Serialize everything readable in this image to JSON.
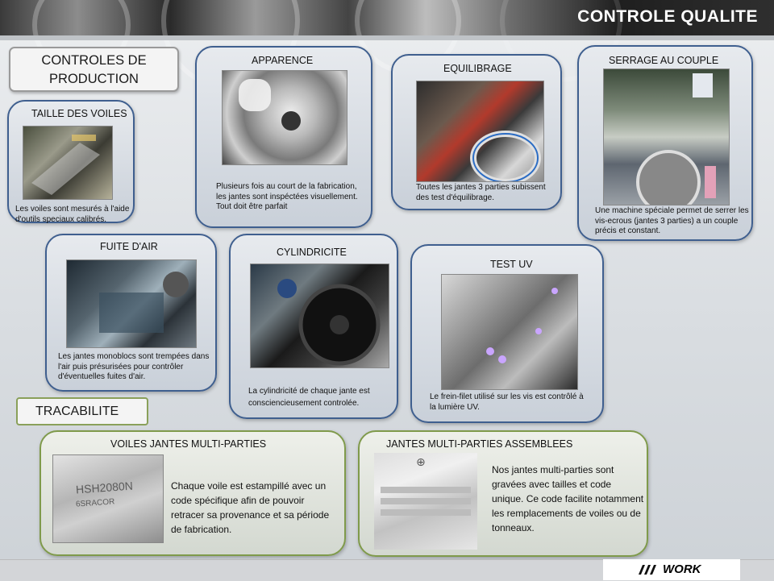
{
  "header": {
    "title": "CONTROLE QUALITE"
  },
  "sections": {
    "production": "CONTROLES DE PRODUCTION",
    "tracabilite": "TRACABILITE"
  },
  "cards": {
    "taille": {
      "title": "TAILLE DES VOILES",
      "text": "Les voiles sont mesurés à l'aide d'outils speciaux calibrés."
    },
    "apparence": {
      "title": "APPARENCE",
      "text": "Plusieurs fois au court de la fabrication, les jantes sont inspéctées visuellement. Tout doit être parfait"
    },
    "equilibrage": {
      "title": "EQUILIBRAGE",
      "text": "Toutes les jantes 3 parties subissent des test d'équilibrage."
    },
    "serrage": {
      "title": "SERRAGE AU COUPLE",
      "text": "Une machine spéciale permet de serrer les vis-ecrous (jantes 3 parties) a un couple précis et constant."
    },
    "fuite": {
      "title": "FUITE D'AIR",
      "text": "Les jantes monoblocs sont trempées dans l'air puis présurisées pour contrôler d'éventuelles fuites d'air."
    },
    "cylindricite": {
      "title": "CYLINDRICITE",
      "text": "La cylindricité de chaque jante est consciencieusement controlée."
    },
    "uv": {
      "title": "TEST UV",
      "text": "Le frein-filet utilisé sur les vis est contrôlé à la lumière UV."
    },
    "voiles_multi": {
      "title": "VOILES JANTES MULTI-PARTIES",
      "text": "Chaque voile est estampillé avec un code spécifique afin de pouvoir retracer sa provenance et sa période de fabrication.",
      "stamp": [
        "HSH2080N",
        "6SRACOR"
      ]
    },
    "assemblees": {
      "title": "JANTES MULTI-PARTIES ASSEMBLEES",
      "text": "Nos jantes multi-parties sont gravées avec tailles et code unique. Ce code facilite notamment les remplacements de voiles ou de tonneaux."
    }
  },
  "footer": {
    "logo": "WORK"
  },
  "colors": {
    "blue_border": "#3f5f8f",
    "green_border": "#7f9a4b"
  }
}
